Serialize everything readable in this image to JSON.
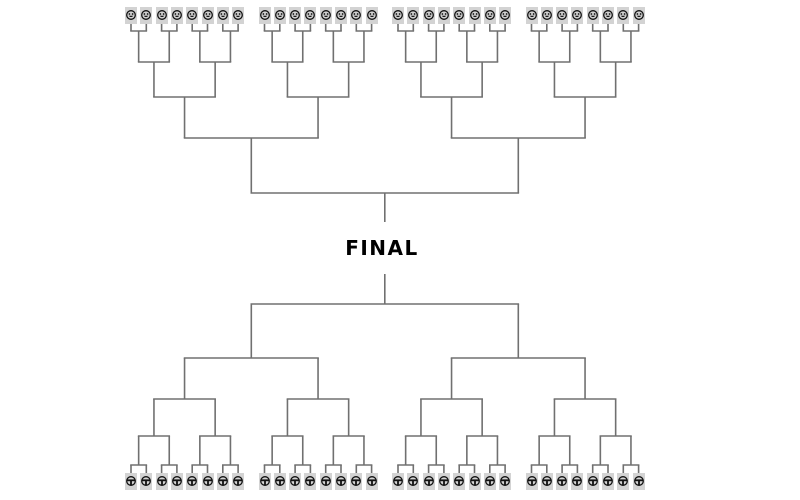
{
  "final_label": "FINAL",
  "colors": {
    "background": "#ffffff",
    "line": "#707070",
    "tile": "#d3d3d3",
    "icon": "#111111",
    "label": "#000000"
  },
  "top_bracket": {
    "icon": "smiley-icon",
    "entrant_count": 32,
    "rounds": 5
  },
  "bottom_bracket": {
    "icon": "helmet-icon",
    "entrant_count": 32,
    "rounds": 5
  }
}
